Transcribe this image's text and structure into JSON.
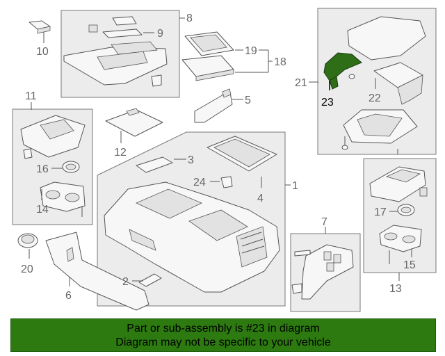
{
  "callouts": {
    "c1": "1",
    "c2": "2",
    "c3": "3",
    "c4": "4",
    "c5": "5",
    "c6": "6",
    "c7": "7",
    "c8": "8",
    "c9": "9",
    "c10": "10",
    "c11": "11",
    "c12": "12",
    "c13": "13",
    "c14": "14",
    "c15": "15",
    "c16": "16",
    "c17": "17",
    "c18": "18",
    "c19": "19",
    "c20": "20",
    "c21": "21",
    "c22": "22",
    "c23": "23",
    "c24": "24"
  },
  "highlight": {
    "part": "23",
    "color": "#2e6e17"
  },
  "banner": {
    "line1": "Part or sub-assembly is #23 in diagram",
    "line2": "Diagram may not be specific to your vehicle",
    "color": "#2d7a10"
  }
}
